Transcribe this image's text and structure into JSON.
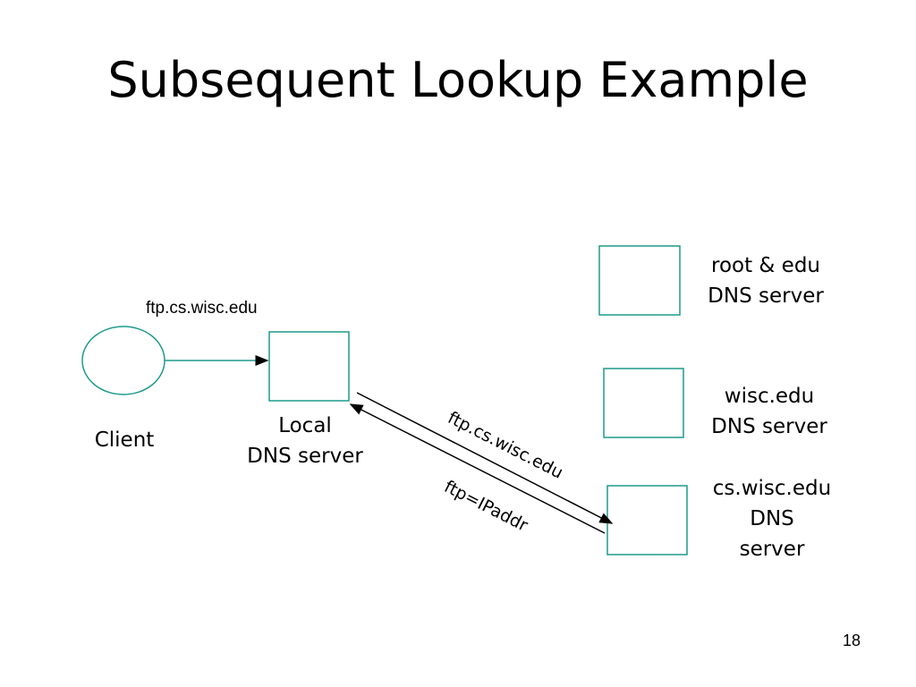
{
  "slide": {
    "title": "Subsequent Lookup Example",
    "page_number": "18"
  },
  "diagram": {
    "query_label": "ftp.cs.wisc.edu",
    "client_label": "Client",
    "local_dns": {
      "line1": "Local",
      "line2": "DNS server"
    },
    "root_dns": {
      "line1": "root & edu",
      "line2": "DNS server"
    },
    "wisc_dns": {
      "line1": "wisc.edu",
      "line2": "DNS server"
    },
    "cs_dns": {
      "line1": "cs.wisc.edu",
      "line2": "DNS",
      "line3": "server"
    },
    "request_label": "ftp.cs.wisc.edu",
    "reply_label": "ftp=IPaddr",
    "colors": {
      "node_stroke": "#1e9a8c",
      "text": "#000000"
    }
  }
}
